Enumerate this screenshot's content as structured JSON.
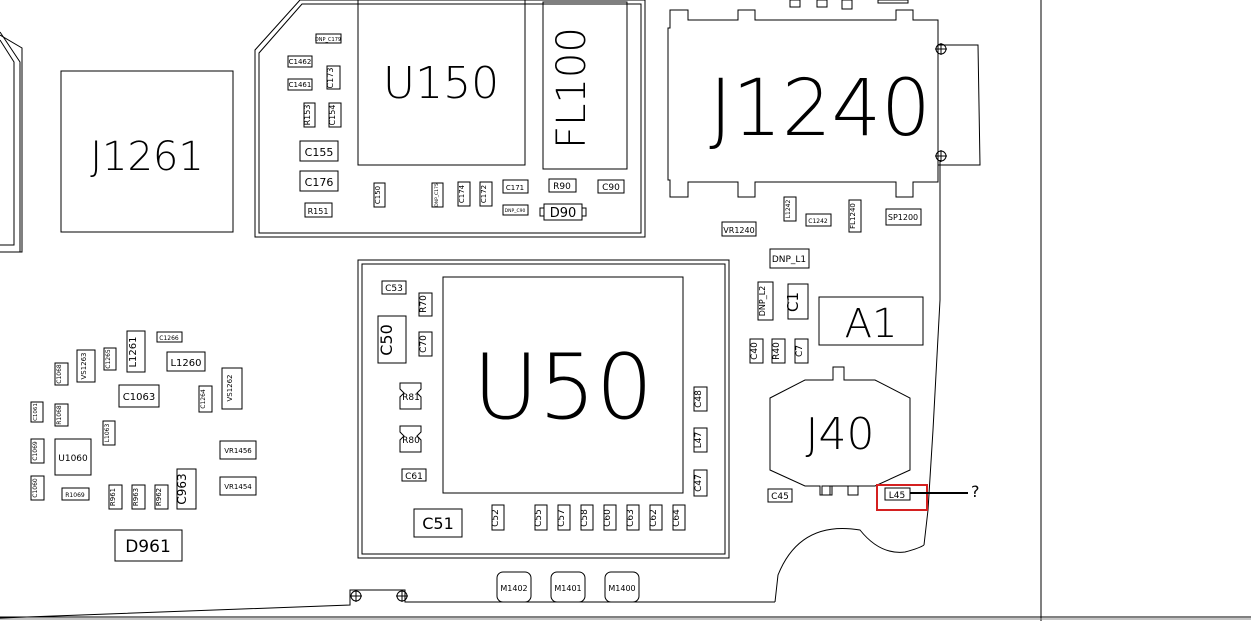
{
  "board": {
    "components": {
      "J1261": "J1261",
      "U150": "U150",
      "FL100": "FL100",
      "J1240": "J1240",
      "U50": "U50",
      "A1": "A1",
      "J40": "J40",
      "D961": "D961",
      "C51": "C51",
      "C50": "C50",
      "C155": "C155",
      "C176": "C176",
      "R151": "R151",
      "C1462": "C1462",
      "C1461": "C1461",
      "C173": "C173",
      "R153": "R153",
      "C154": "C154",
      "DNP_C179": "DNP_C179",
      "C150": "C150",
      "DNP_C175": "DNP_C175",
      "C174": "C174",
      "C172": "C172",
      "C171": "C171",
      "DNP_C90": "DNP_C90",
      "R90": "R90",
      "C90": "C90",
      "D90": "D90",
      "VR1240": "VR1240",
      "L1242": "L1242",
      "C1242": "C1242",
      "FL1240": "FL1240",
      "SP1200": "SP1200",
      "DNP_L1": "DNP_L1",
      "DNP_L2": "DNP_L2",
      "C1": "C1",
      "C40": "C40",
      "R40": "R40",
      "C7": "C7",
      "C45": "C45",
      "L45": "L45",
      "C53": "C53",
      "R70": "R70",
      "C70": "C70",
      "R81": "R81",
      "R80": "R80",
      "C61": "C61",
      "C48": "C48",
      "L47": "L47",
      "C47": "C47",
      "C52": "C52",
      "C55": "C55",
      "C57": "C57",
      "C58": "C58",
      "C60": "C60",
      "C63": "C63",
      "C62": "C62",
      "C64": "C64",
      "M1402": "M1402",
      "M1401": "M1401",
      "M1400": "M1400",
      "L1261": "L1261",
      "C1266": "C1266",
      "L1260": "L1260",
      "VS1263": "VS1263",
      "C1265": "C1265",
      "C1068": "C1068",
      "C1063": "C1063",
      "C1264": "C1264",
      "VS1262": "VS1262",
      "C1061": "C1061",
      "R1068": "R1068",
      "L1063": "L1063",
      "C1069": "C1069",
      "U1060": "U1060",
      "VR1456": "VR1456",
      "C1060": "C1060",
      "R1069": "R1069",
      "R961": "R961",
      "R963": "R963",
      "R962": "R962",
      "C963": "C963",
      "VR1454": "VR1454"
    },
    "highlight": {
      "target": "L45",
      "question": "?",
      "color": "#d42020"
    }
  }
}
